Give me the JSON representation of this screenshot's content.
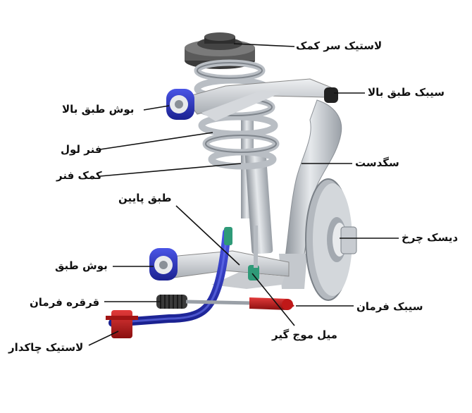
{
  "labels": {
    "top_mount": "لاستیک سر کمک",
    "upper_ball_joint": "سیبک طبق بالا",
    "upper_arm_bushing": "بوش طبق بالا",
    "coil_spring": "فنر لول",
    "knuckle": "سگدست",
    "spring_damper": "کمک فنر",
    "lower_arm": "طبق پایین",
    "brake_disc": "دیسک چرخ",
    "lower_arm_bushing": "بوش طبق",
    "steering_rack": "قرقره فرمان",
    "tie_rod_end": "سیبک فرمان",
    "sway_bar_link": "میل موج گیر",
    "stabilizer_bushing": "لاستیک چاکدار"
  },
  "colors": {
    "bushing": "#2a35c9",
    "metal": "#c9cdd2",
    "red_part": "#c01818",
    "green_part": "#2f9a78"
  }
}
